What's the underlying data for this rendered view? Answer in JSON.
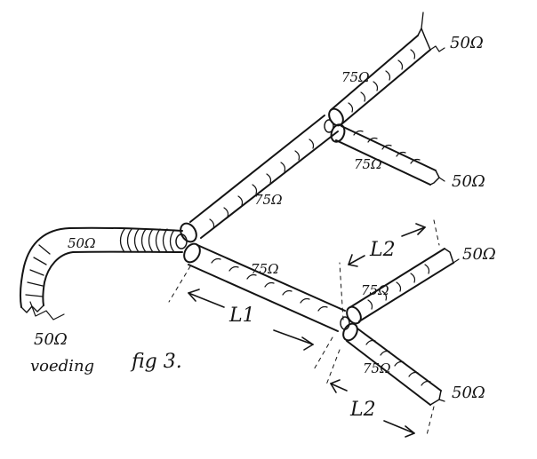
{
  "labels": {
    "feed_cable": "50Ω",
    "feed_end": "50Ω",
    "feed_caption": "voeding",
    "figure": "fig 3.",
    "branch_trunk_upper": "75Ω",
    "branch_trunk_lower": "75Ω",
    "branch_top_upper": "75Ω",
    "branch_top_lower": "75Ω",
    "branch_bottom_upper": "75Ω",
    "branch_bottom_lower": "75Ω",
    "load_top_upper": "50Ω",
    "load_top_lower": "50Ω",
    "load_bottom_upper": "50Ω",
    "load_bottom_lower": "50Ω",
    "length_l1": "L1",
    "length_l2_upper": "L2",
    "length_l2_lower": "L2"
  }
}
